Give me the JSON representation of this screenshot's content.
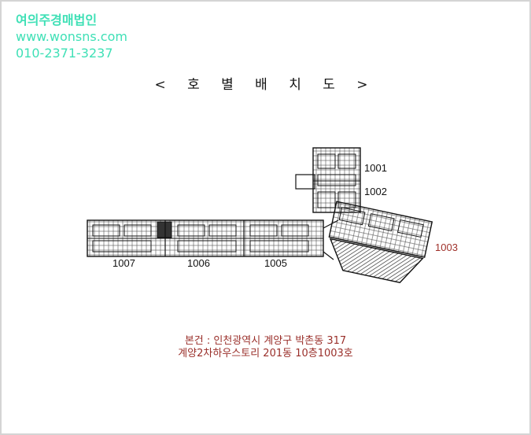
{
  "watermark": {
    "company": "여의주경매법인",
    "website": "www.wonsns.com",
    "phone": "010-2371-3237"
  },
  "title": "< 호 별 배 치 도 >",
  "units": [
    "1001",
    "1002",
    "1003",
    "1005",
    "1006",
    "1007"
  ],
  "address": {
    "line1": "본건 : 인천광역시 계양구 박촌동 317",
    "line2": "계양2차하우스토리 201동 10층1003호"
  },
  "colors": {
    "watermark": "#3fe0b6",
    "address": "#9a2f2a",
    "unit_highlight": "#a0322c"
  }
}
